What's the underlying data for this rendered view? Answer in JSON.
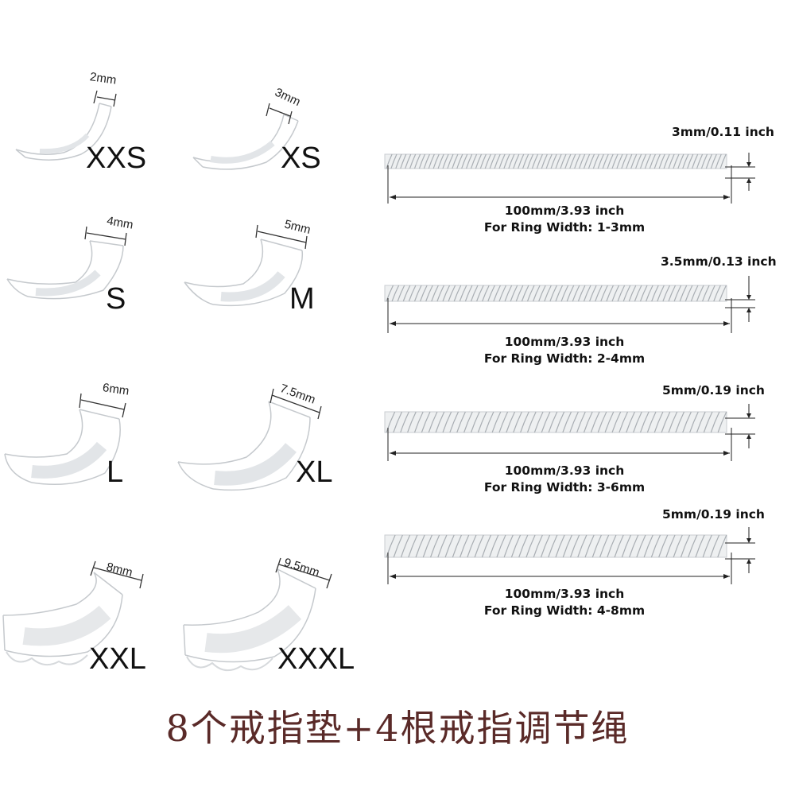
{
  "pads": [
    {
      "size": "XXS",
      "width": "2mm"
    },
    {
      "size": "XS",
      "width": "3mm"
    },
    {
      "size": "S",
      "width": "4mm"
    },
    {
      "size": "M",
      "width": "5mm"
    },
    {
      "size": "L",
      "width": "6mm"
    },
    {
      "size": "XL",
      "width": "7.5mm"
    },
    {
      "size": "XXL",
      "width": "8mm"
    },
    {
      "size": "XXXL",
      "width": "9.5mm"
    }
  ],
  "coils": [
    {
      "diameter": "3mm/0.11 inch",
      "length": "100mm/3.93 inch",
      "ring_width": "For Ring Width: 1-3mm"
    },
    {
      "diameter": "3.5mm/0.13 inch",
      "length": "100mm/3.93 inch",
      "ring_width": "For Ring Width: 2-4mm"
    },
    {
      "diameter": "5mm/0.19 inch",
      "length": "100mm/3.93 inch",
      "ring_width": "For Ring Width: 3-6mm"
    },
    {
      "diameter": "5mm/0.19 inch",
      "length": "100mm/3.93 inch",
      "ring_width": "For Ring Width: 4-8mm"
    }
  ],
  "caption": "8个戒指垫+4根戒指调节绳",
  "colors": {
    "caption": "#5a2a28",
    "text": "#111111",
    "pad_edge": "#c8ccd0"
  }
}
